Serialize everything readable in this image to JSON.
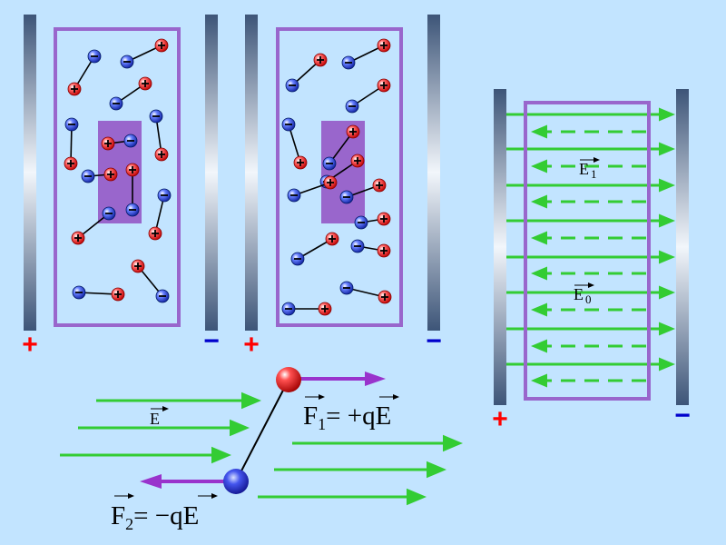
{
  "panels": {
    "left": {
      "plus": "+",
      "minus": "−"
    },
    "middle": {
      "plus": "+",
      "minus": "−"
    },
    "right": {
      "plus": "+",
      "minus": "−",
      "label_e1": "E",
      "label_e1_sub": "1",
      "label_e0": "E",
      "label_e0_sub": "0"
    }
  },
  "dipole": {
    "label_e": "E",
    "force1": {
      "f": "F",
      "sub": "1",
      "rest": "= +q",
      "e": "E"
    },
    "force2": {
      "f": "F",
      "sub": "2",
      "rest": "= −q",
      "e": "E"
    }
  },
  "colors": {
    "background": "#c2e4ff",
    "frame": "#9966cc",
    "dielectric": "#9966cc",
    "field_arrow": "#33cc33",
    "force_arrow": "#9933cc",
    "positive": "#ee3333",
    "negative": "#3366ee",
    "plus_sign": "#ff0000",
    "minus_sign": "#0000cc"
  }
}
